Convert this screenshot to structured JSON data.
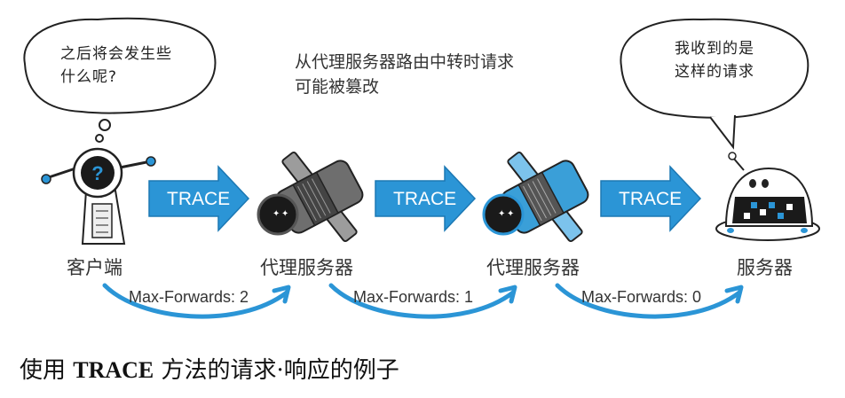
{
  "client": {
    "label": "客户端",
    "thought": "之后将会发生些\n什么呢?"
  },
  "server": {
    "label": "服务器",
    "thought": "我收到的是\n这样的请求"
  },
  "proxies": [
    {
      "label": "代理服务器"
    },
    {
      "label": "代理服务器"
    }
  ],
  "note": "从代理服务器路由中转时请求\n可能被篡改",
  "requests": [
    {
      "method": "TRACE"
    },
    {
      "method": "TRACE"
    },
    {
      "method": "TRACE"
    }
  ],
  "hops": [
    {
      "label": "Max-Forwards: 2"
    },
    {
      "label": "Max-Forwards: 1"
    },
    {
      "label": "Max-Forwards: 0"
    }
  ],
  "caption": {
    "prefix": "使用 ",
    "method": "TRACE",
    "suffix": " 方法的请求·响应的例子"
  },
  "colors": {
    "arrow": "#2b95d6",
    "arrow_dark": "#1c78b4",
    "curve": "#2b95d6",
    "proxy1": "#8a8a8a",
    "proxy2": "#3a9fd8"
  }
}
